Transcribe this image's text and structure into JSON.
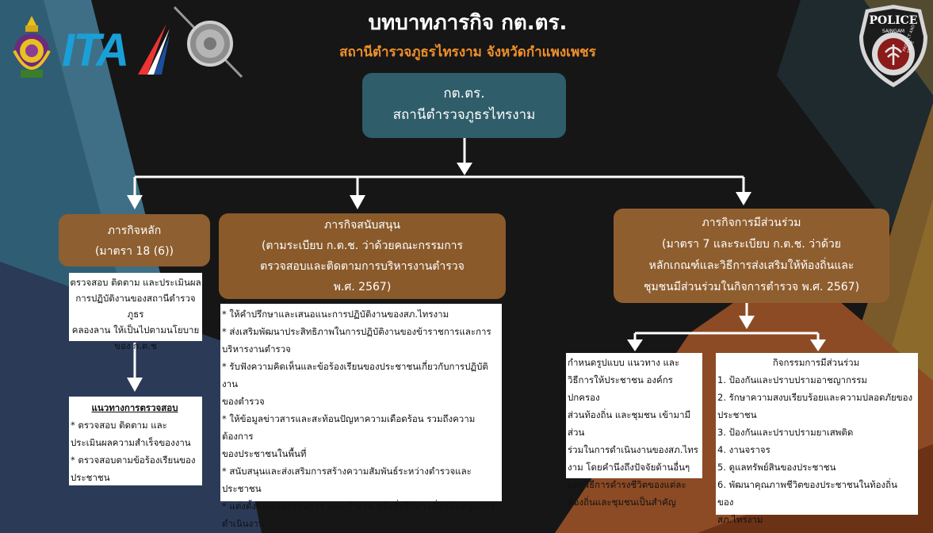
{
  "header": {
    "title": "บทบาทภารกิจ กต.ตร.",
    "subtitle": "สถานีตำรวจภูธรไทรงาม จังหวัดกำแพงเพชร"
  },
  "logos": {
    "ita_text": "ITA",
    "police_badge_top": "POLICE",
    "police_badge_mid": "SAINGAM",
    "police_badge_bottom": "PROTECT AND SERVE"
  },
  "top_box": {
    "line1": "กต.ตร.",
    "line2": "สถานีตำรวจภูธรไทรงาม"
  },
  "main_mission": {
    "line1": "ภารกิจหลัก",
    "line2": "(มาตรา 18 (6))",
    "description": [
      "ตรวจสอบ ติดตาม และประเมินผล",
      "การปฏิบัติงานของสถานีตำรวจภูธร",
      "คลองลาน ให้เป็นไปตามนโยบาย",
      "ของ ก.ต.ช"
    ],
    "guidelines_title": "แนวทางการตรวจสอบ",
    "guidelines": [
      "* ตรวจสอบ ติดตาม และ",
      "ประเมินผลความสำเร็จของงาน",
      "* ตรวจสอบตามข้อร้องเรียนของ",
      "ประชาชน"
    ]
  },
  "support_mission": {
    "lines": [
      "ภารกิจสนับสนุน",
      "(ตามระเบียบ ก.ต.ช. ว่าด้วยคณะกรรมการ",
      "ตรวจสอบและติดตามการบริหารงานตำรวจ",
      "พ.ศ. 2567)"
    ],
    "items": [
      "* ให้คำปรึกษาและเสนอแนะการปฏิบัติงานของสภ.ไทรงาม",
      "* ส่งเสริมพัฒนาประสิทธิภาพในการปฏิบัติงานของข้าราชการและการ",
      "บริหารงานตำรวจ",
      "* รับฟังความคิดเห็นและข้อร้องเรียนของประชาชนเกี่ยวกับการปฏิบัติงาน",
      "ของตำรวจ",
      "* ให้ข้อมูลข่าวสารและสะท้อนปัญหาความเดือดร้อน รวมถึงความต้องการ",
      "ของประชาชนในพื้นที่",
      "* สนับสนุนและส่งเสริมการสร้างความสัมพันธ์ระหว่างตำรวจและ",
      "ประชาชน",
      "* แต่งตั้งคณะอนุกรรมการ คณะทำงาน หรือที่ปรึกษา เพื่อสนับสนุนการ",
      "ดำเนินงาน"
    ]
  },
  "participation_mission": {
    "lines": [
      "ภารกิจการมีส่วนร่วม",
      "(มาตรา 7 และระเบียบ ก.ต.ช. ว่าด้วย",
      "หลักเกณฑ์และวิธีการส่งเสริมให้ท้องถิ่นและ",
      "ชุมชนมีส่วนร่วมในกิจการตำรวจ พ.ศ. 2567)"
    ],
    "left_box": [
      "กำหนดรูปแบบ แนวทาง และ",
      "วิธีการให้ประชาชน องค์กรปกครอง",
      "ส่วนท้องถิ่น และชุมชน เข้ามามีส่วน",
      "ร่วมในการดำเนินงานของสภ.ไทร",
      "งาม โดยคำนึงถึงปัจจัยด้านอื่นๆ",
      "และวิธีการดำรงชีวิตของแต่ละ",
      "ท้องถิ่นและชุมชนเป็นสำคัญ"
    ],
    "activities_title": "กิจกรรมการมีส่วนร่วม",
    "activities": [
      "1. ป้องกันและปราบปรามอาชญากรรม",
      "2. รักษาความสงบเรียบร้อยและความปลอดภัยของ",
      "ประชาชน",
      "3. ป้องกันและปราบปรามยาเสพติด",
      "4. งานจราจร",
      "5. ดูแลทรัพย์สินของประชาชน",
      "6. พัฒนาคุณภาพชีวิตของประชาชนในท้องถิ่น ของ",
      "สภ.ไทรงาม"
    ]
  }
}
